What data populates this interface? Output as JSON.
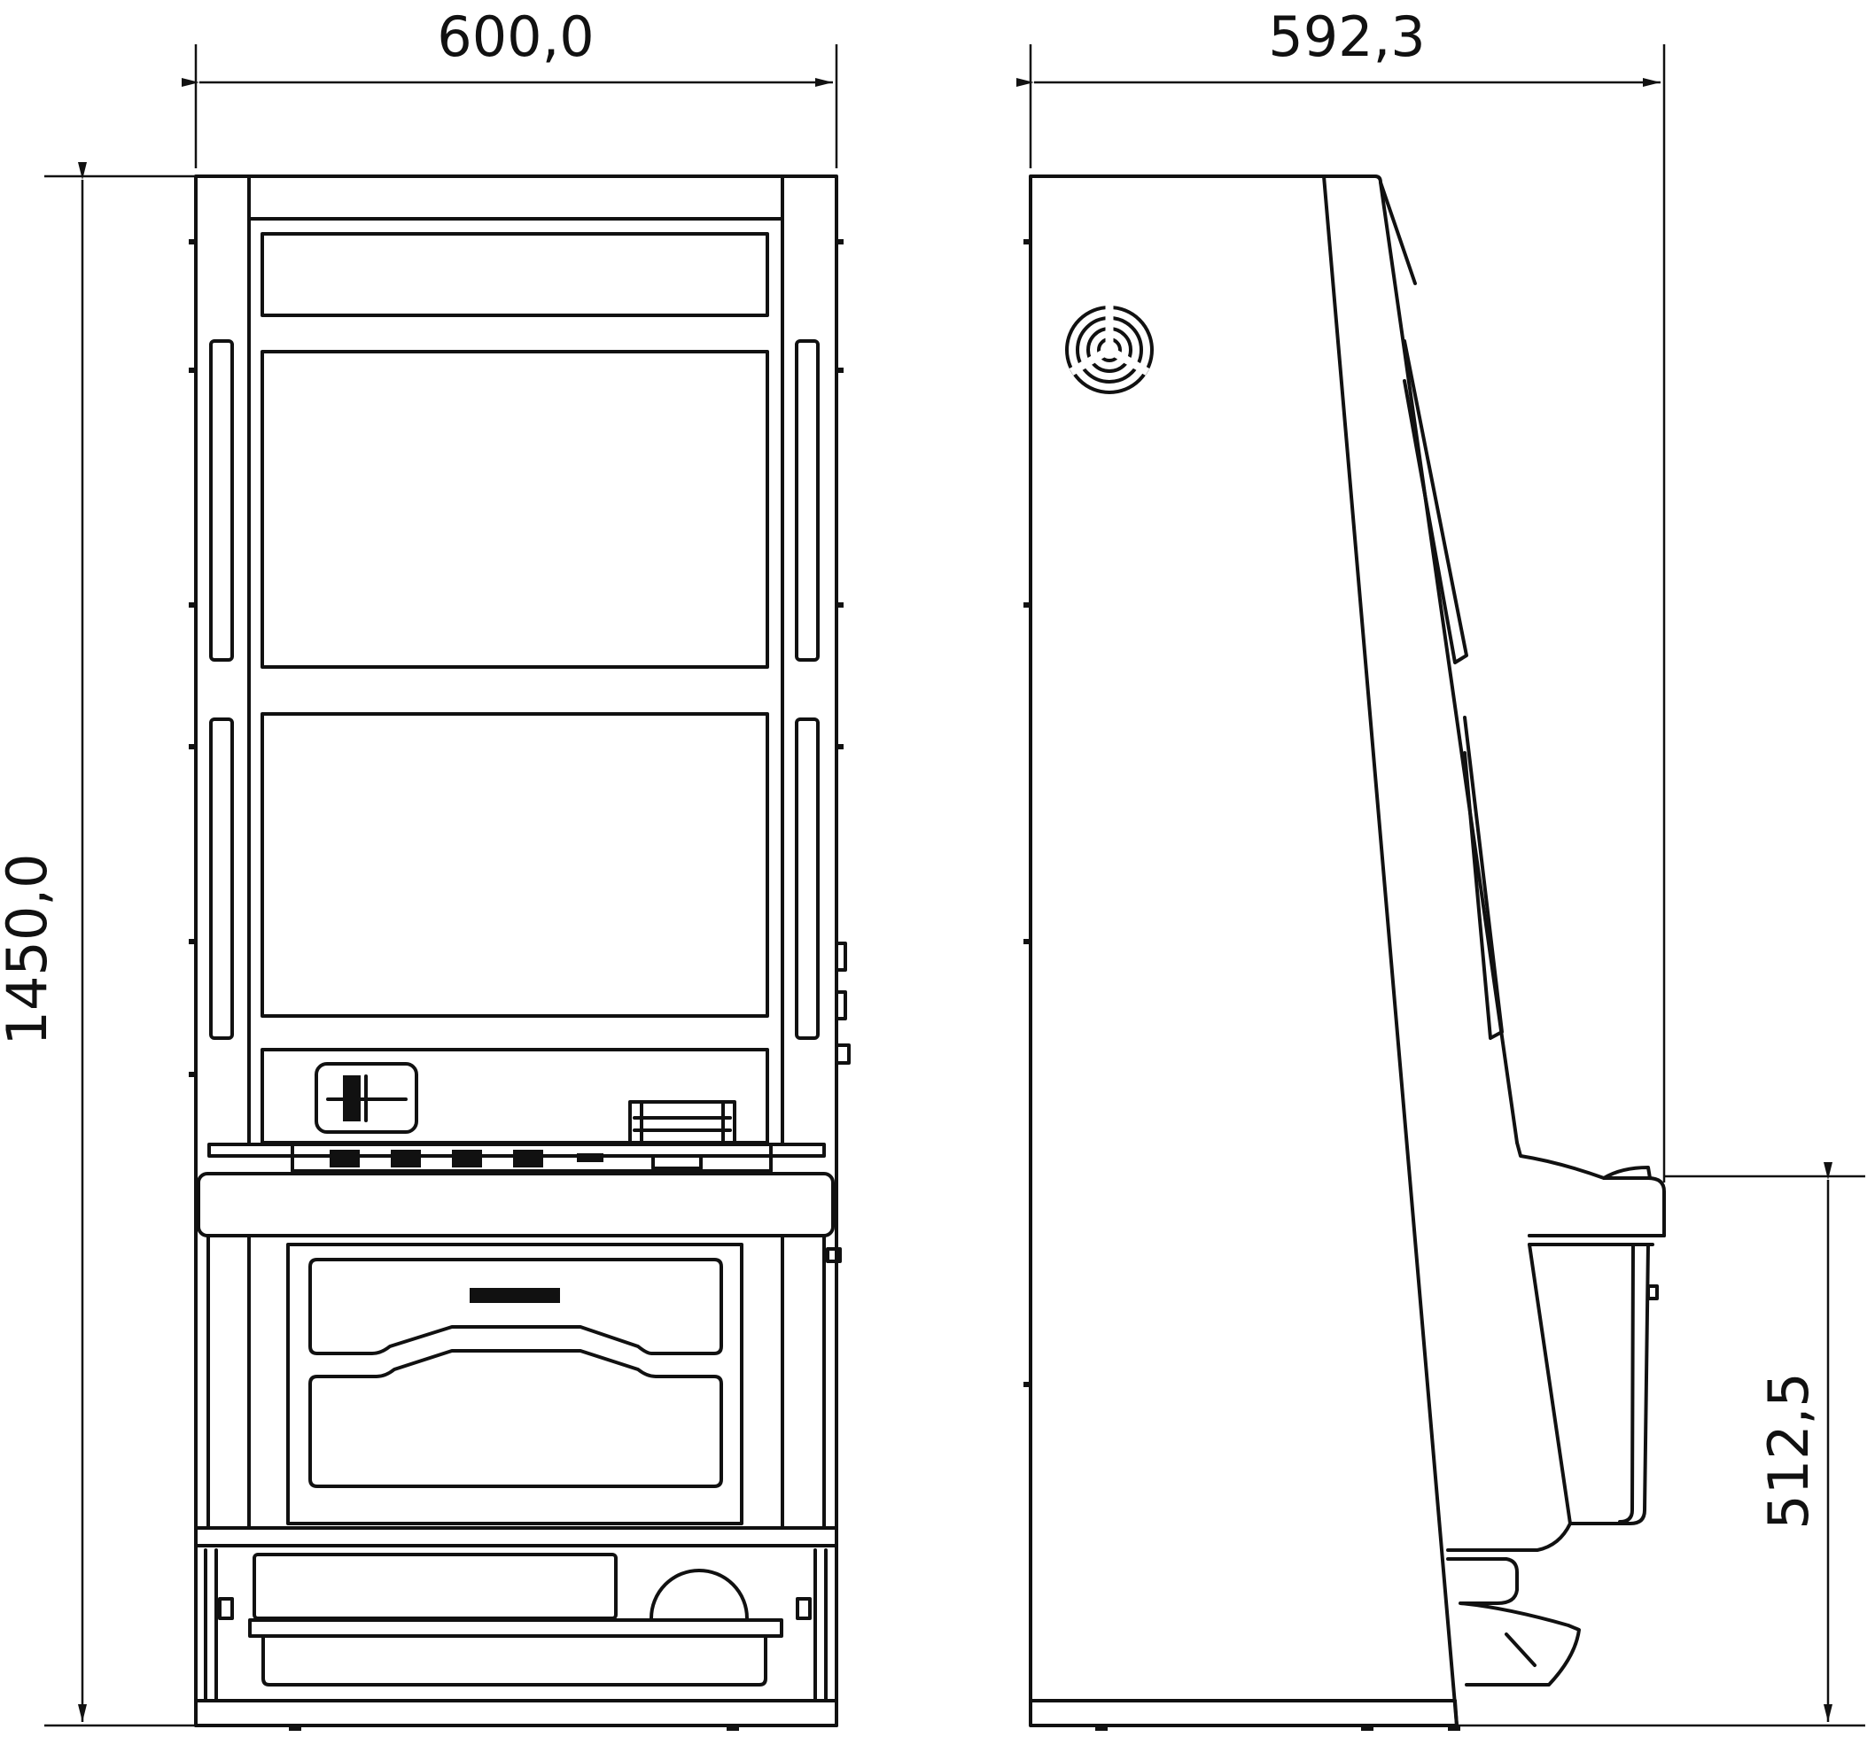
{
  "dimensions": {
    "front_width": "600,0",
    "side_depth": "592,3",
    "total_height": "1450,0",
    "front_edge_height": "512,5"
  },
  "colors": {
    "line": "#111111",
    "background": "#ffffff"
  }
}
